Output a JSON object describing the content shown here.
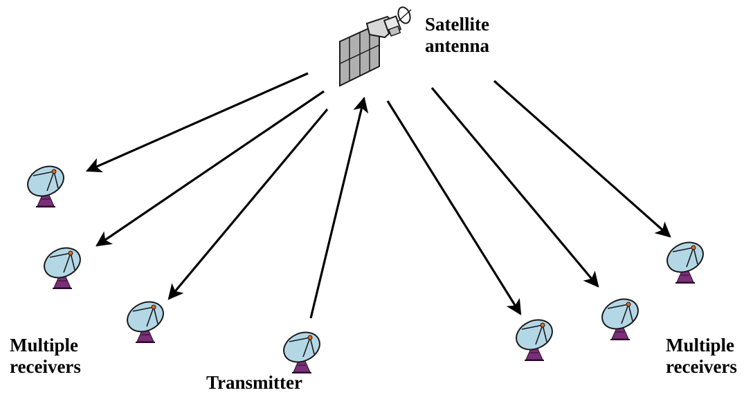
{
  "satellite": {
    "label_line1": "Satellite",
    "label_line2": "antenna"
  },
  "transmitter": {
    "label": "Transmitter"
  },
  "receivers_left": {
    "label_line1": "Multiple",
    "label_line2": "receivers"
  },
  "receivers_right": {
    "label_line1": "Multiple",
    "label_line2": "receivers"
  },
  "colors": {
    "dish_fill": "#b4d7e6",
    "stand_fill": "#7a2f78",
    "panel_fill": "#b0b0b0",
    "feed_accent": "#e06a1a",
    "arrow": "#000000"
  }
}
